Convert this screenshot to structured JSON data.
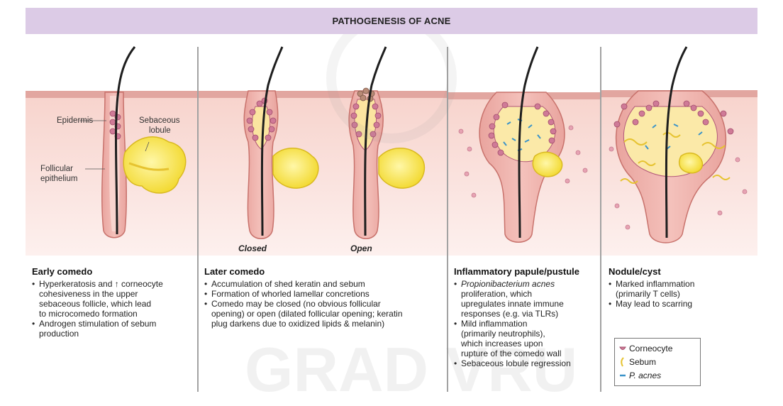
{
  "title": "PATHOGENESIS OF ACNE",
  "labels": {
    "epidermis": "Epidermis",
    "sebaceous_1": "Sebaceous",
    "sebaceous_2": "lobule",
    "follicular_1": "Follicular",
    "follicular_2": "epithelium",
    "closed": "Closed",
    "open": "Open"
  },
  "panels": [
    {
      "heading": "Early comedo",
      "bullets": [
        [
          "Hyperkeratosis and ↑ corneocyte",
          "cohesiveness in the upper",
          "sebaceous follicle, which lead",
          "to microcomedo formation"
        ],
        [
          "Androgen stimulation of sebum",
          "production"
        ]
      ]
    },
    {
      "heading": "Later comedo",
      "bullets": [
        [
          "Accumulation of shed keratin and sebum"
        ],
        [
          "Formation of whorled lamellar concretions"
        ],
        [
          "Comedo may be closed (no obvious follicular",
          "opening) or open (dilated follicular opening; keratin",
          "plug darkens due to oxidized lipids & melanin)"
        ]
      ]
    },
    {
      "heading": "Inflammatory papule/pustule",
      "bullets": [
        [
          "Propionibacterium acnes",
          "proliferation, which",
          "upregulates innate immune",
          "responses (e.g. via TLRs)"
        ],
        [
          "Mild inflammation",
          "(primarily neutrophils),",
          "which increases upon",
          "rupture of the comedo wall"
        ],
        [
          "Sebaceous lobule regression"
        ]
      ]
    },
    {
      "heading": "Nodule/cyst",
      "bullets": [
        [
          "Marked inflammation",
          "(primarily T cells)"
        ],
        [
          "May lead to scarring"
        ]
      ]
    }
  ],
  "legend": [
    {
      "symbol": "corneocyte-icon",
      "label": "Corneocyte"
    },
    {
      "symbol": "sebum-icon",
      "label": "Sebum"
    },
    {
      "symbol": "p-acnes-icon",
      "label": "P. acnes"
    }
  ],
  "watermark": "GRAD VRU",
  "colors": {
    "title_bar": "#dccbe6",
    "skin": "#f9dcd6",
    "skin_edge": "#d88a84",
    "sebum": "#f6e44a",
    "corneocyte": "#c96a8c",
    "hair": "#1e1e1e",
    "bacteria": "#3a93c9"
  }
}
